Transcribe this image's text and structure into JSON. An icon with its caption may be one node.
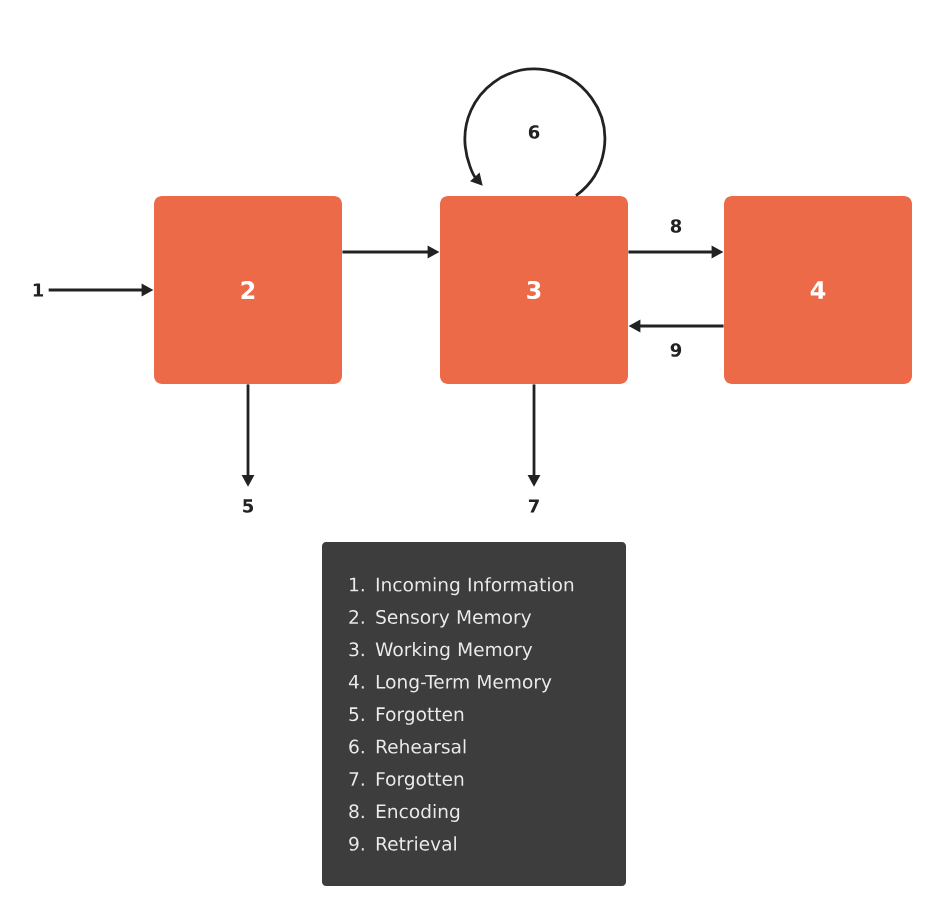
{
  "diagram": {
    "nodes": [
      {
        "text": [
          "1"
        ]
      },
      {
        "text": [
          "2"
        ]
      },
      {
        "text": [
          "3"
        ]
      },
      {
        "text": [
          "4"
        ]
      },
      {
        "text": [
          "5"
        ]
      },
      {
        "text": [
          "7"
        ]
      },
      {
        "text": [
          "1. Incoming Information",
          "2. Sensory Memory",
          "3. Working Memory",
          "4. Long-Term Memory",
          "5. Forgotten",
          "6. Rehearsal",
          "7. Forgotten",
          "8. Encoding",
          "9. Retrieval"
        ]
      }
    ],
    "edges": [
      {
        "from": 0,
        "to": 1,
        "arrow": "to"
      },
      {
        "from": 1,
        "to": 2,
        "arrow": "to"
      },
      {
        "from": 1,
        "to": 4,
        "arrow": "to"
      },
      {
        "from": 2,
        "to": 2,
        "arrow": "to",
        "label": "6"
      },
      {
        "from": 2,
        "to": 5,
        "arrow": "to"
      },
      {
        "from": 2,
        "to": 3,
        "arrow": "to",
        "label": "8"
      },
      {
        "from": 3,
        "to": 2,
        "arrow": "to",
        "label": "9"
      }
    ]
  }
}
